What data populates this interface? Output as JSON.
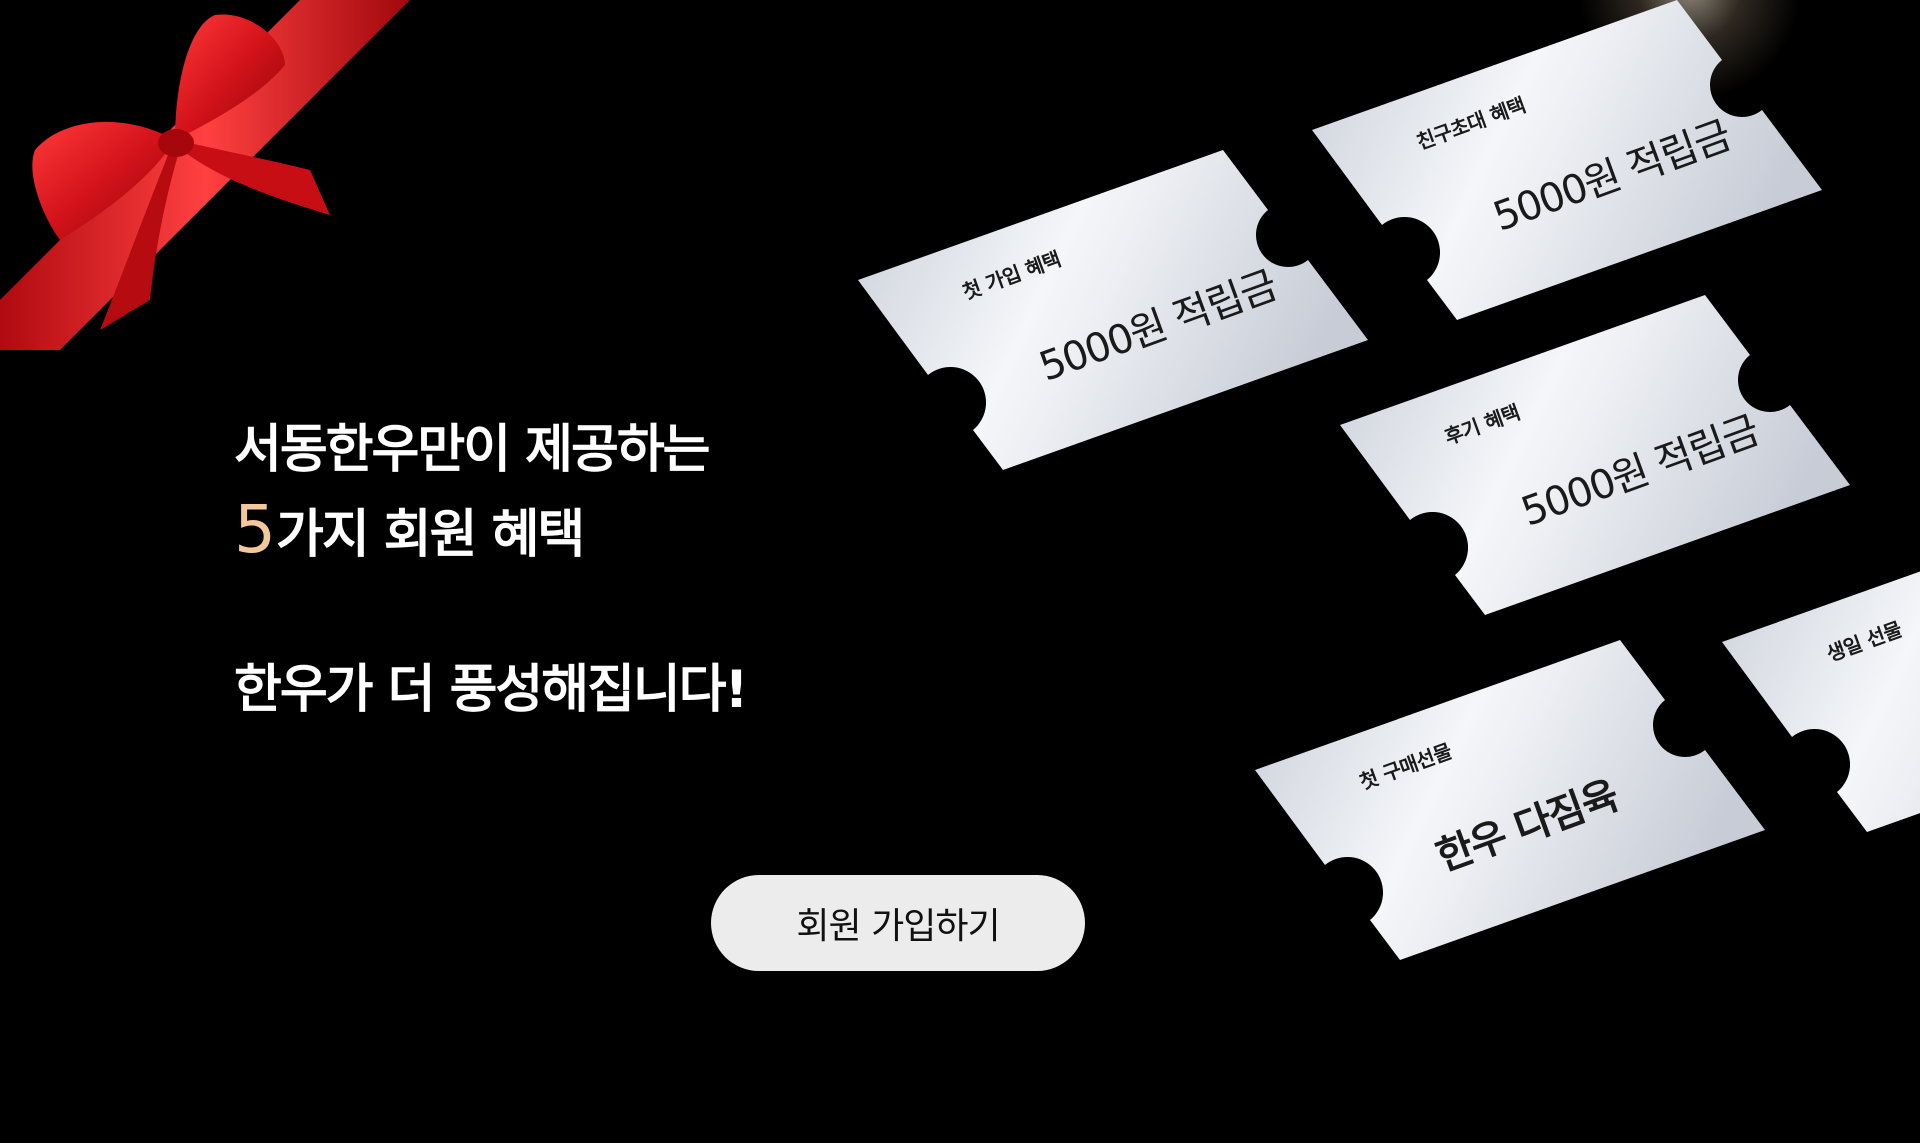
{
  "hero": {
    "line1": "서동한우만이 제공하는",
    "number": "5",
    "line2_rest": "가지 회원 혜택",
    "subline": "한우가 더 풍성해집니다!"
  },
  "cta": {
    "label": "회원 가입하기"
  },
  "coupons": [
    {
      "label": "첫 가입 혜택",
      "value": "5000원 적립금"
    },
    {
      "label": "친구초대 혜택",
      "value": "5000원 적립금"
    },
    {
      "label": "후기 혜택",
      "value": "5000원 적립금"
    },
    {
      "label": "생일 선물",
      "value": ""
    },
    {
      "label": "첫 구매선물",
      "value": "한우 다짐육"
    }
  ],
  "colors": {
    "background": "#000000",
    "accent_number": "#f3c99c",
    "ribbon": "#d9181c",
    "button_bg": "#ececec",
    "coupon_silver": "#dfe3ea"
  }
}
